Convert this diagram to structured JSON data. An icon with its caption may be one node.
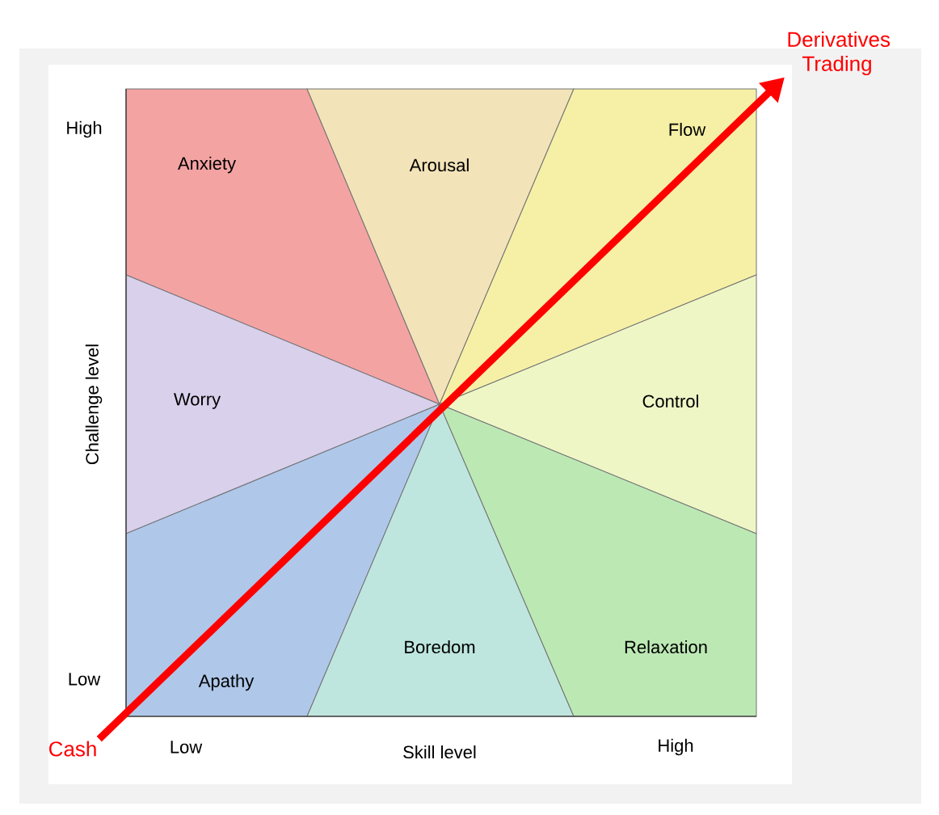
{
  "diagram": {
    "nodes": [
      {
        "text": [
          "Cash"
        ]
      },
      {
        "text": [
          "Derivatives Trading"
        ]
      }
    ],
    "edges": [
      {
        "from": 0,
        "to": 1,
        "arrow": "to"
      }
    ],
    "labels": [
      "High",
      "Anxiety",
      "Arousal",
      "Flow",
      "Worry",
      "Control",
      "Challenge level",
      "Apathy",
      "Boredom",
      "Relaxation",
      "Low",
      "Low",
      "Skill level",
      "High"
    ]
  }
}
